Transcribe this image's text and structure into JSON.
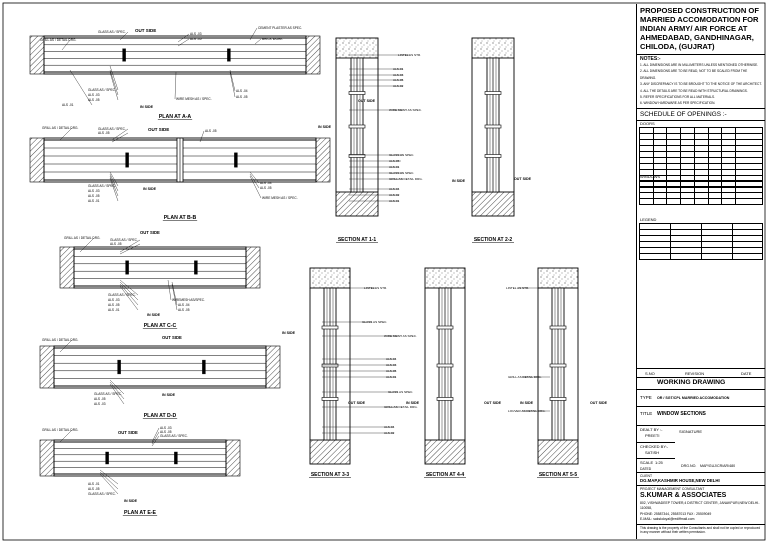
{
  "title_block": {
    "project_title": "PROPOSED CONSTRUCTION OF MARRIED ACCOMODATION FOR INDIAN ARMY/ AIR FORCE AT AHMEDABAD, GANDHINAGAR, CHILODA, (GUJRAT)",
    "notes_heading": "NOTES:-",
    "notes": [
      "1. ALL DIMENSIONS ARE IN MILLIMETERS UNLESS MENTIONED OTHERWISE.",
      "2. ALL DIMENSIONS ARE TO BE READ, NOT TO BE SCALED FROM THE DRAWING.",
      "3. ANY DISCREPANCY IS TO BE BROUGHT TO THE NOTICE OF THE ARCHITECT.",
      "4. ALL THE DETAILS ARE TO BE READ WITH STRUCTURAL DRAWINGS.",
      "5. REFER SPECIFICATIONS FOR ALL MATERIALS.",
      "6. WINDOW HARDWARE AS PER SPECIFICATION."
    ],
    "schedule_heading": "SCHEDULE OF OPENINGS :-",
    "doors_heading": "DOORS",
    "door_rows": 10,
    "windows_heading": "WINDOWS",
    "window_rows": 4,
    "legend_heading": "LEGEND",
    "legend_rows": 6,
    "rev_no_label": "S.NO",
    "revision_label": "REVISION",
    "date_label": "DATE",
    "drawing_status": "WORKING DRAWING",
    "type_label": "TYPE",
    "type_value": "OR / SGT/CPL MARRIED ACCOMODATION",
    "title_label": "TITLE",
    "title_value": "WINDOW SECTIONS",
    "drawn_by_label": "DEALT BY :-",
    "drawn_by": "PREETI",
    "signature_label": "SIGNATURE",
    "checked_by_label": "CHECKED BY:-",
    "checked_by": "SATISH",
    "scale_label": "SCALE",
    "scale_value": "1:25",
    "drg_no_label": "DRG.NO.",
    "drg_no_value": "MAP/GUJ/CR/AR/480",
    "date_row_label": "DATED",
    "client_label": "CLIENT",
    "client_value": "DG.MAP,KASHMIR HOUSE,NEW DELHI",
    "consultant_label": "PROJECT MANAGEMENT CONSULTANT",
    "firm_name": "S.KUMAR & ASSOCIATES",
    "firm_address": "802, VISHWADEEP TOWER,4 DISTRICT CENTER, JANAKPURI,NEW DELHI-110058,",
    "firm_phone": "PHONE: 25587344, 25587013   FAX : 25509049",
    "firm_email": "E-MAIL: sakskdoyal@rediffmail.com",
    "footer_note": "This drawing is the property of the Consultants and shall not be copied or reproduced in any manner without their written permission."
  },
  "drawings": {
    "plan_aa": {
      "title": "PLAN AT A-A",
      "labels": [
        "GRILL AS / DETAIL DRG.",
        "GLASS AS / SPEC.",
        "OUT SIDE",
        "ALS -03",
        "ALS -05",
        "CEMENT PLASTER AS SPEC.",
        "BRICK WORK",
        "GLASS AS / SPEC.",
        "ALS -03",
        "ALS -05",
        "IN SIDE",
        "WIRE MESH AS / SPEC.",
        "ALS -04",
        "ALS -05",
        "ALS -01"
      ]
    },
    "plan_bb": {
      "title": "PLAN AT B-B",
      "labels": [
        "GRILL AS / DETAIL DRG.",
        "GLASS AS / SPEC.",
        "ALS -05",
        "OUT SIDE",
        "ALS -05",
        "GLASS AS / SPEC.",
        "ALS -03",
        "ALS -05",
        "ALS -01",
        "IN SIDE",
        "ALS -04",
        "ALS -05",
        "WIRE MESH AS / SPEC."
      ]
    },
    "plan_cc": {
      "title": "PLAN AT C-C",
      "labels": [
        "OUT SIDE",
        "GRILL AS / DETAIL DRG.",
        "GLASS AS / SPEC.",
        "ALS -05",
        "GLASS AS / SPEC.",
        "ALS -03",
        "ALS -05",
        "ALS -01",
        "IN SIDE",
        "WIREMESH AS/SPEC.",
        "ALS -04",
        "ALS -05"
      ]
    },
    "plan_dd": {
      "title": "PLAN AT D-D",
      "labels": [
        "GRILL AS / DETAIL DRG.",
        "OUT SIDE",
        "ALS -03",
        "GLASS AS / SPEC.",
        "ALS -05",
        "IN SIDE"
      ]
    },
    "plan_ee": {
      "title": "PLAN AT E-E",
      "labels": [
        "GRILL AS / DETAIL DRG.",
        "OUT SIDE",
        "ALS -01",
        "ALS -05",
        "GLASS AS / SPEC.",
        "GLASS AS / SPEC.",
        "ALS -03",
        "ALS -05",
        "IN SIDE"
      ]
    },
    "section_11": {
      "title": "SECTION AT 1-1",
      "labels": [
        "LINTEL AS STR.",
        "ALS-01",
        "ALS-03",
        "ALS-05",
        "ALS-02",
        "WIRE MESH AS SPEC.",
        "GLASS AS SPEC.",
        "ALS-05",
        "ALS-01",
        "GLASS AS SPEC.",
        "GRILL AS DETAIL DRG.",
        "ALS-04",
        "ALS-02",
        "ALS-01",
        "IN SIDE",
        "OUT SIDE"
      ]
    },
    "section_22": {
      "title": "SECTION AT 2-2",
      "labels": [
        "IN SIDE",
        "OUT SIDE"
      ]
    },
    "section_33": {
      "title": "SECTION AT 3-3",
      "labels": [
        "LINTEL AS STR.",
        "GLASS AS SPEC.",
        "WIRE MESH AS SPEC.",
        "ALS-04",
        "ALS-03",
        "ALS-05",
        "ALS-01",
        "GLASS AS SPEC.",
        "GRILL AS DETAIL DRG.",
        "ALS-04",
        "ALS-02",
        "IN SIDE",
        "OUT SIDE"
      ]
    },
    "section_44": {
      "title": "SECTION AT 4-4",
      "labels": [
        "IN SIDE",
        "OUT SIDE"
      ]
    },
    "section_55": {
      "title": "SECTION AT 5-5",
      "labels": [
        "LINTEL AS STR.",
        "GRILL AS DETAIL DRG.",
        "LOUVER AS DETAIL DRG.",
        "IN SIDE",
        "OUT SIDE"
      ]
    }
  }
}
